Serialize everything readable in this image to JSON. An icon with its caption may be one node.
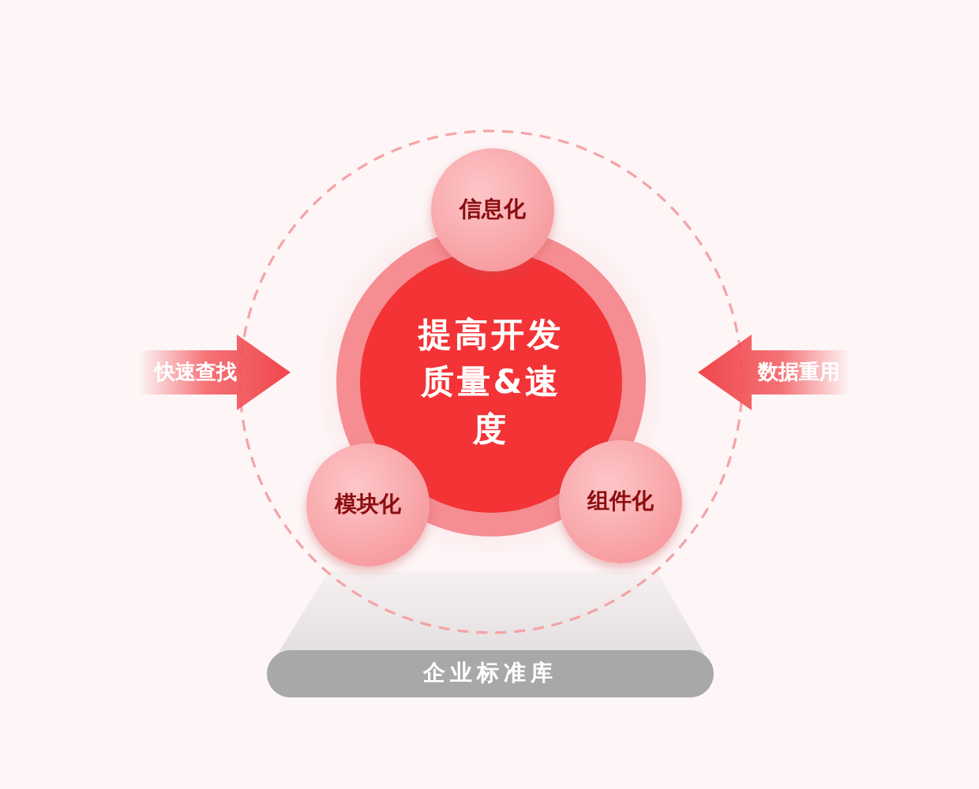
{
  "diagram": {
    "nodes": [
      {
        "text": [
          "提高开发质量&速度"
        ]
      },
      {
        "text": [
          "信息化"
        ]
      },
      {
        "text": [
          "模块化"
        ]
      },
      {
        "text": [
          "组件化"
        ]
      },
      {
        "text": [
          "快速查找"
        ]
      },
      {
        "text": [
          "数据重用"
        ]
      },
      {
        "text": [
          "企业标准库"
        ]
      }
    ]
  }
}
